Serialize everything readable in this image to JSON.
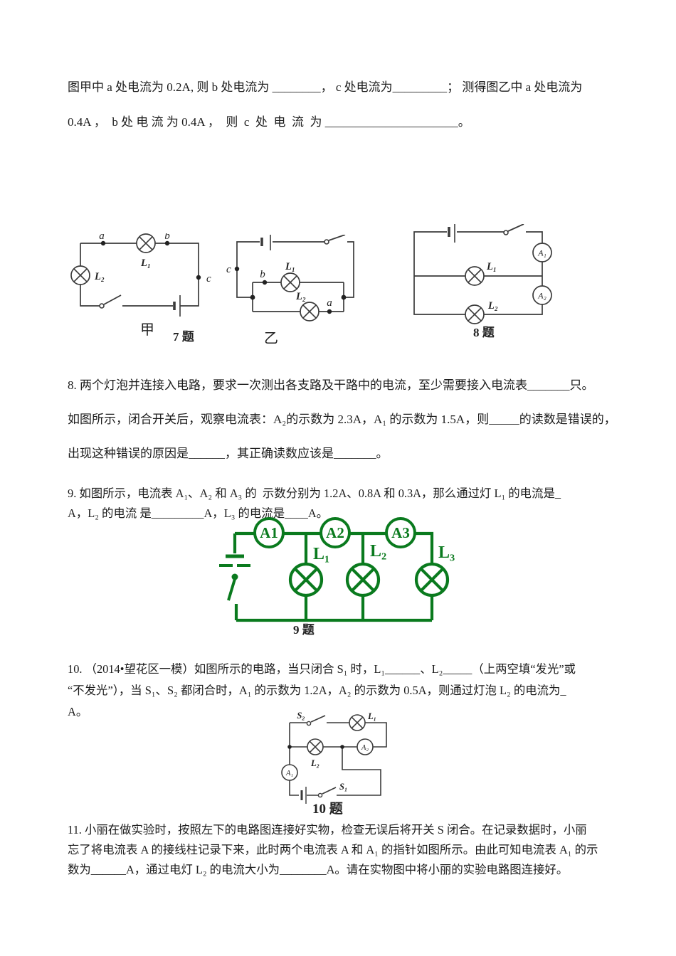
{
  "intro": {
    "line1": "图甲中 a 处电流为 0.2A, 则 b 处电流为 ________， c 处电流为_________； 测得图乙中 a 处电流为",
    "line2": "0.4A ，  b 处 电 流 为 0.4A ，  则  c  处  电  流  为 ______________________。"
  },
  "q8": {
    "line1": "8. 两个灯泡并连接入电路，要求一次测出各支路及干路中的电流，至少需要接入电流表_______只。",
    "line2": "如图所示，闭合开关后，观察电流表：A₂的示数为 2.3A，A₁ 的示数为 1.5A，则_____的读数是错误的，",
    "line3": "出现这种错误的原因是______，其正确读数应该是_______。"
  },
  "q9": {
    "line1": "9. 如图所示，电流表 A₁、A₂ 和 A₃ 的  示数分别为 1.2A、0.8A 和 0.3A，那么通过灯 L₁ 的电流是_",
    "line2": "A，L₂ 的电流 是_________A，L₃ 的电流是____A。"
  },
  "q10": {
    "line1": "10. （2014•望花区一模）如图所示的电路，当只闭合 S₁ 时，L₁______、L₂_____（上两空填“发光”或",
    "line2": "“不发光”），当 S₁、S₂ 都闭合时，A₁ 的示数为 1.2A，A₂ 的示数为 0.5A，则通过灯泡 L₂ 的电流为_",
    "line3": "A。"
  },
  "q11": {
    "line1": "11. 小丽在做实验时，按照左下的电路图连接好实物，检查无误后将开关 S 闭合。在记录数据时，小丽",
    "line2": "忘了将电流表 A 的接线柱记录下来，此时两个电流表 A 和 A₁ 的指针如图所示。由此可知电流表 A₁ 的示",
    "line3": "数为______A，通过电灯 L₂ 的电流大小为________A。请在实物图中将小丽的实验电路图连接好。"
  },
  "figures": {
    "jia": {
      "caption": "甲",
      "number": "7 题",
      "point_a": "a",
      "point_b": "b",
      "point_c": "c",
      "lamp1": "L₁",
      "lamp2": "L₂"
    },
    "yi": {
      "caption": "乙",
      "point_a": "a",
      "point_b": "b",
      "point_c": "c",
      "lamp1": "L₁",
      "lamp2": "L₂"
    },
    "fig8": {
      "number": "8 题",
      "ammeter1": "A₁",
      "ammeter2": "A₂",
      "lamp1": "L₁",
      "lamp2": "L₂"
    },
    "fig9": {
      "number": "9 题",
      "accent": "#0a7a1e",
      "ammeters": [
        "A1",
        "A2",
        "A3"
      ],
      "lamps": [
        "L₁",
        "L₂",
        "L₃"
      ]
    },
    "fig10": {
      "number": "10 题",
      "switch1": "S₁",
      "switch2": "S₂",
      "ammeter1": "A₁",
      "ammeter2": "A₂",
      "lamp1": "L₁",
      "lamp2": "L₂"
    }
  }
}
